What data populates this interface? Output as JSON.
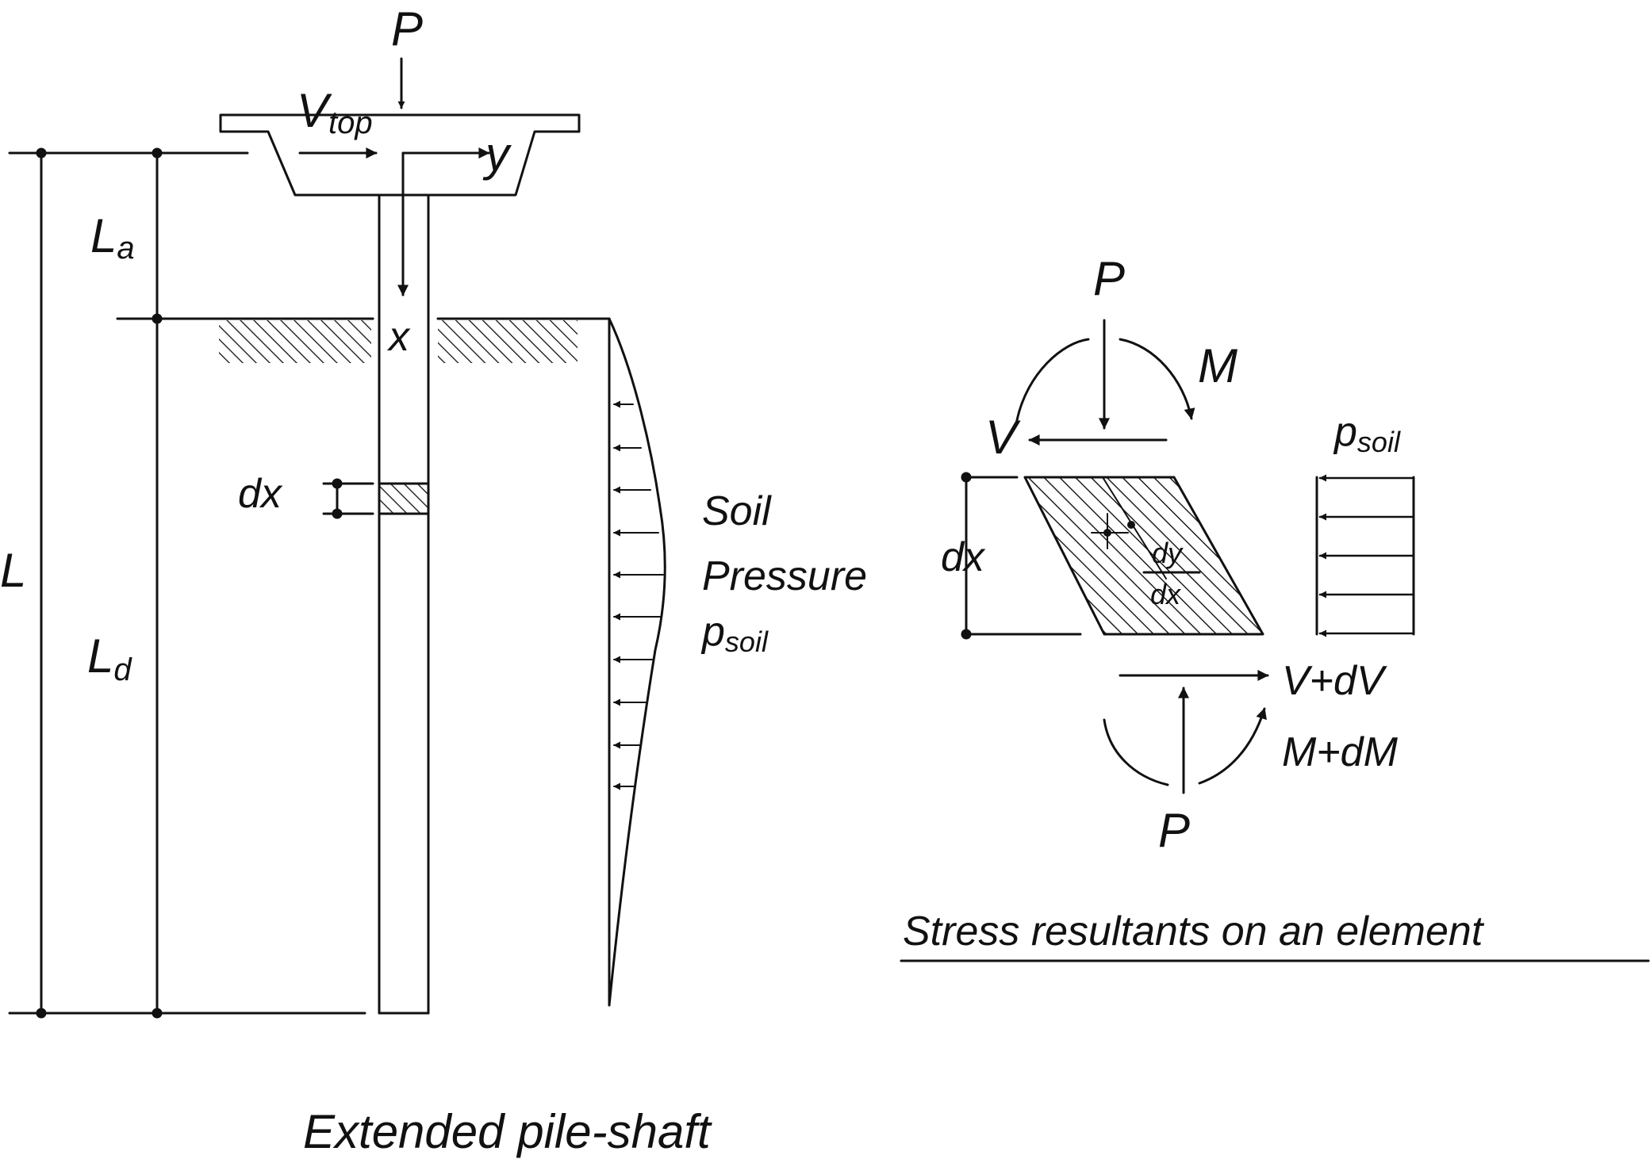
{
  "left_figure": {
    "load_label": "P",
    "shear_label_main": "V",
    "shear_label_sub": "top",
    "y_axis_label": "y",
    "x_axis_label": "x",
    "length_total": "L",
    "length_above_main": "L",
    "length_above_sub": "a",
    "length_embedded_main": "L",
    "length_embedded_sub": "d",
    "element_label": "dx",
    "pressure_line1": "Soil",
    "pressure_line2": "Pressure",
    "pressure_line3_main": "p",
    "pressure_line3_sub": "soil",
    "caption": "Extended pile-shaft"
  },
  "right_figure": {
    "top_load": "P",
    "top_moment": "M",
    "top_shear": "V",
    "pressure_main": "p",
    "pressure_sub": "soil",
    "height_label": "dx",
    "slope_numerator": "dy",
    "slope_denominator": "dx",
    "bottom_shear": "V+dV",
    "bottom_moment": "M+dM",
    "bottom_load": "P",
    "caption": "Stress resultants on an element"
  },
  "colors": {
    "ink": "#111111",
    "background": "#ffffff"
  }
}
